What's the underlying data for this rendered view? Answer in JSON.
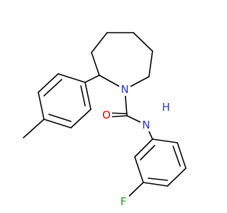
{
  "molecule": {
    "atoms": {
      "nitrogen_ring": "N",
      "oxygen_carbonyl": "O",
      "nitrogen_amide": "N",
      "hydrogen_amide": "H",
      "fluorine": "F"
    },
    "colors": {
      "nitrogen": "#3030d0",
      "oxygen": "#e00000",
      "fluorine": "#20a020",
      "bond": "#000000",
      "background": "#ffffff"
    }
  }
}
